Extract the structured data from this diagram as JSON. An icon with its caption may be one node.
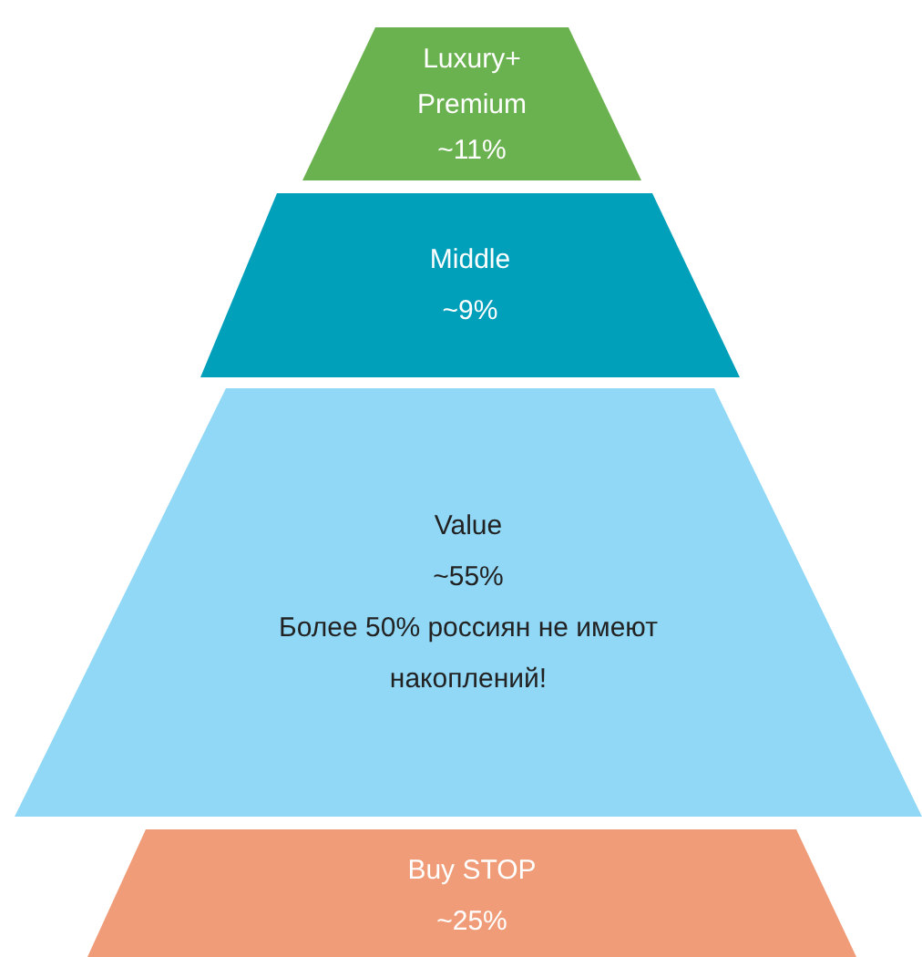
{
  "diagram": {
    "nodes": [
      {
        "text": [
          "Luxury+ Premium",
          "~11%"
        ]
      },
      {
        "text": [
          "Middle",
          "~9%"
        ]
      },
      {
        "text": [
          "Value",
          "~55%",
          "Более 50% россиян не имеют накоплений!"
        ]
      },
      {
        "text": [
          "Buy STOP",
          "~25%"
        ]
      }
    ]
  }
}
